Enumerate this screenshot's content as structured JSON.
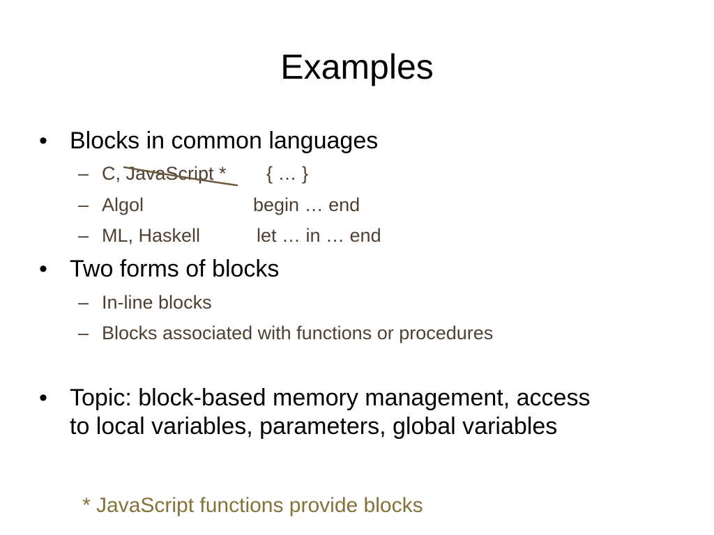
{
  "slide": {
    "title": "Examples",
    "bullet_char": "•",
    "dash_char": "–",
    "bullets": [
      {
        "text": "Blocks in common languages",
        "subitems": [
          {
            "lang": "C, JavaScript *",
            "syntax": "{ … }"
          },
          {
            "lang": "Algol",
            "syntax": "begin … end"
          },
          {
            "lang": "ML, Haskell",
            "syntax": "let … in … end"
          }
        ]
      },
      {
        "text": "Two forms of blocks",
        "subitems": [
          {
            "lang": "In-line blocks"
          },
          {
            "lang": "Blocks associated with functions or procedures"
          }
        ]
      },
      {
        "text_line1": "Topic: block-based memory management, access",
        "text_line2": "to local variables, parameters, global variables"
      }
    ],
    "footnote": "* JavaScript functions provide blocks",
    "colors": {
      "subitem_text": "#4f4032",
      "footnote_text": "#857238",
      "strike_line": "#6b5a40"
    }
  }
}
